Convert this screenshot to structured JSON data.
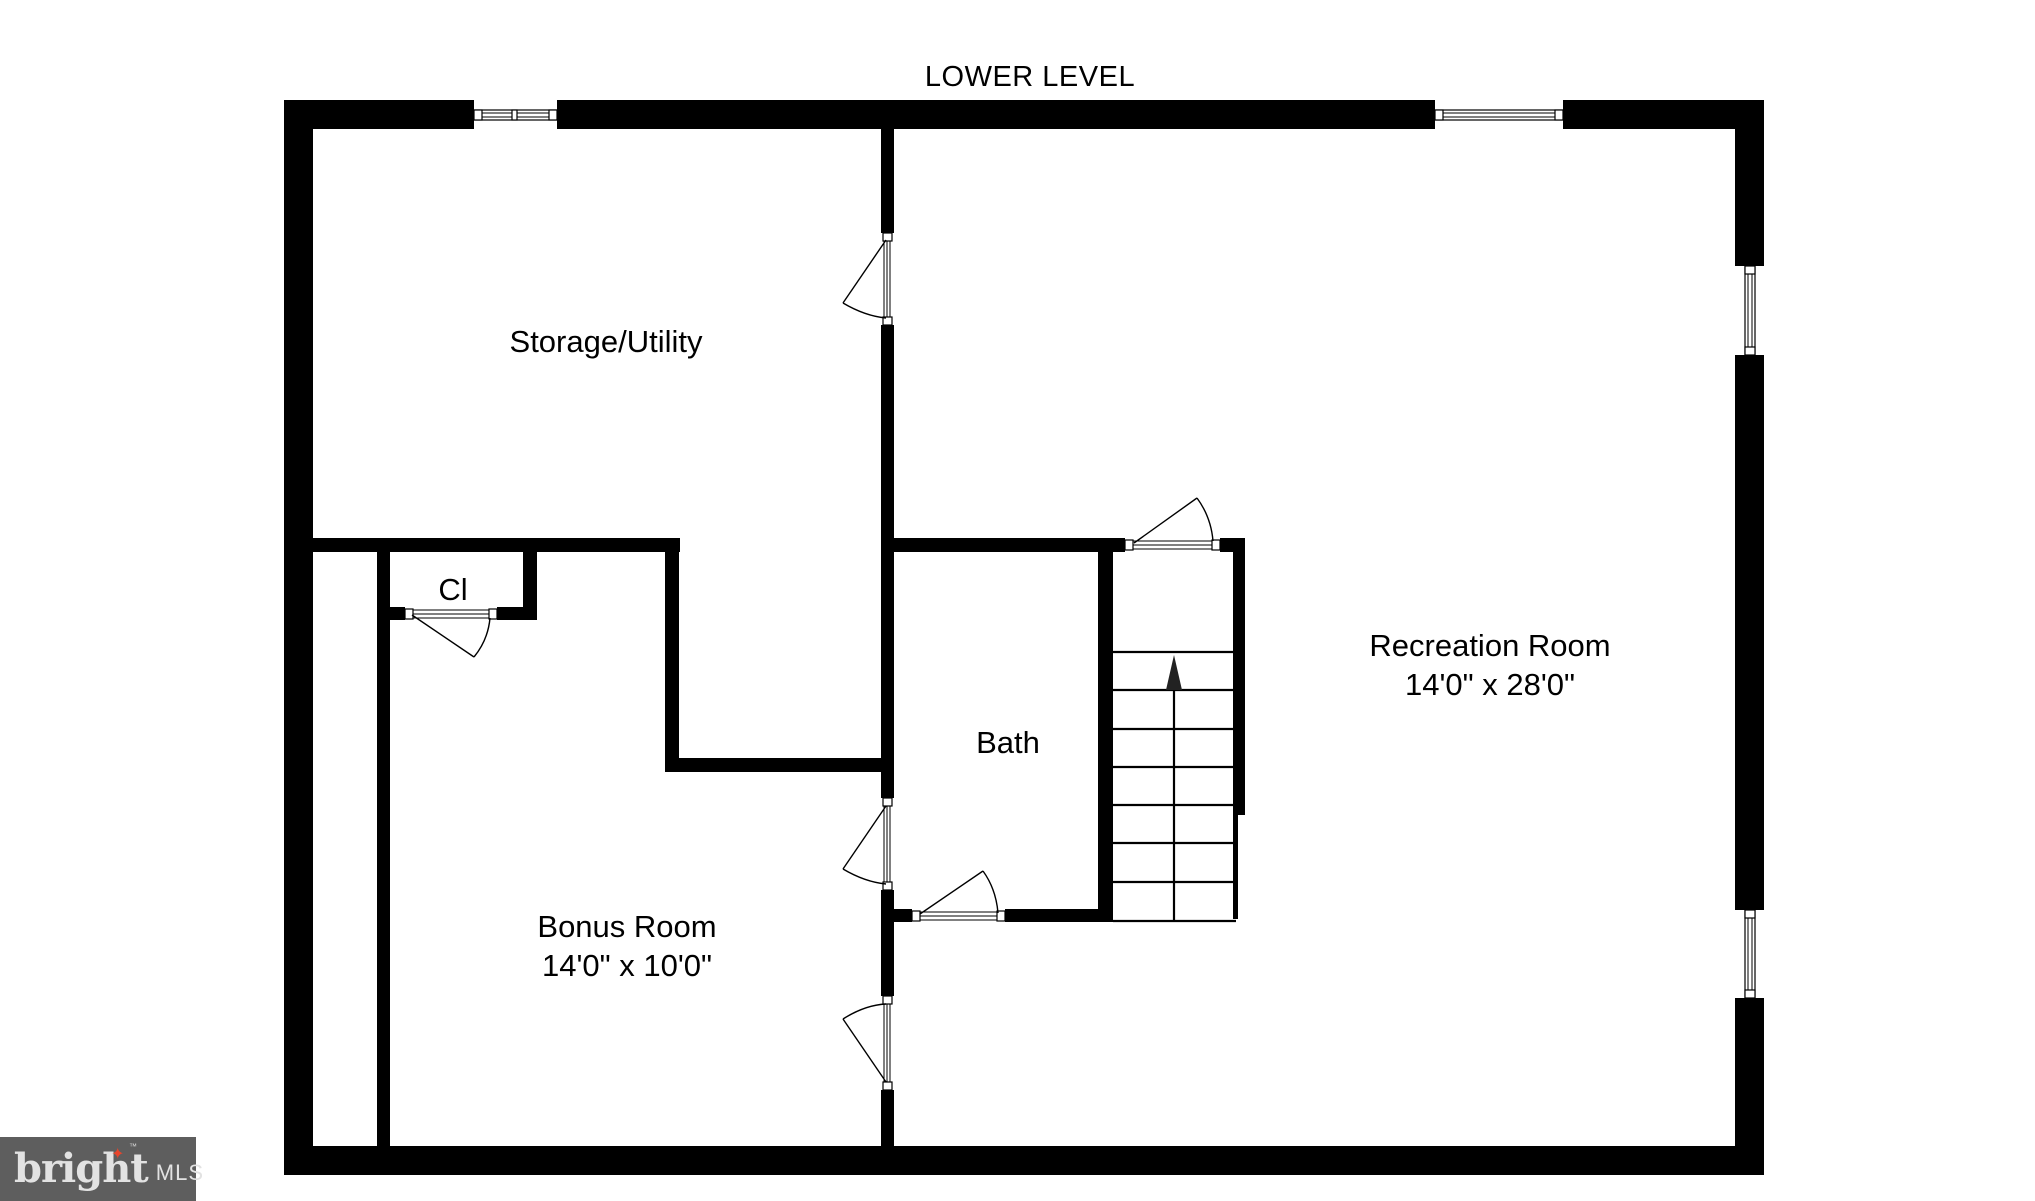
{
  "floor_plan": {
    "level_title": "LOWER LEVEL",
    "rooms": [
      {
        "name": "Storage/Utility",
        "dimensions": ""
      },
      {
        "name": "Recreation Room",
        "dimensions": "14'0\" x 28'0\""
      },
      {
        "name": "Bonus Room",
        "dimensions": "14'0\" x 10'0\""
      },
      {
        "name": "Bath",
        "dimensions": ""
      },
      {
        "name": "Cl",
        "dimensions": ""
      }
    ],
    "stairs": {
      "direction": "up",
      "icon": "arrow-up-icon"
    },
    "colors": {
      "wall": "#000000",
      "background": "#ffffff"
    }
  },
  "watermark": {
    "brand": "bright",
    "product": "MLS",
    "trademark": "™",
    "star_color": "#e8452c",
    "background": "#5e5e5e"
  }
}
